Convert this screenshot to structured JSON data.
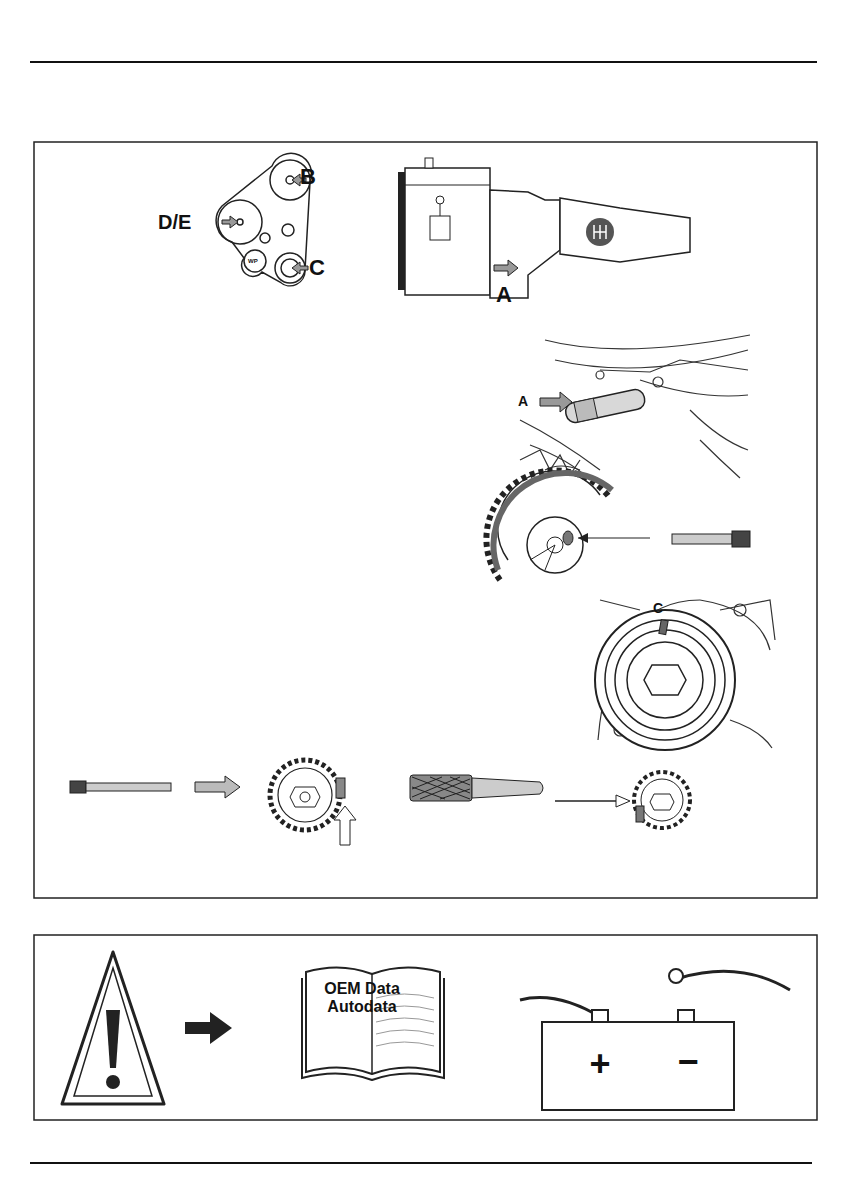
{
  "diagram": {
    "nodes": [
      {
        "text": [
          "OEM Data Autodata"
        ]
      },
      {
        "text": [
          "+",
          "−"
        ]
      }
    ],
    "labels": [
      "B",
      "D/E",
      "C",
      "WP",
      "A",
      "A",
      "C"
    ]
  }
}
